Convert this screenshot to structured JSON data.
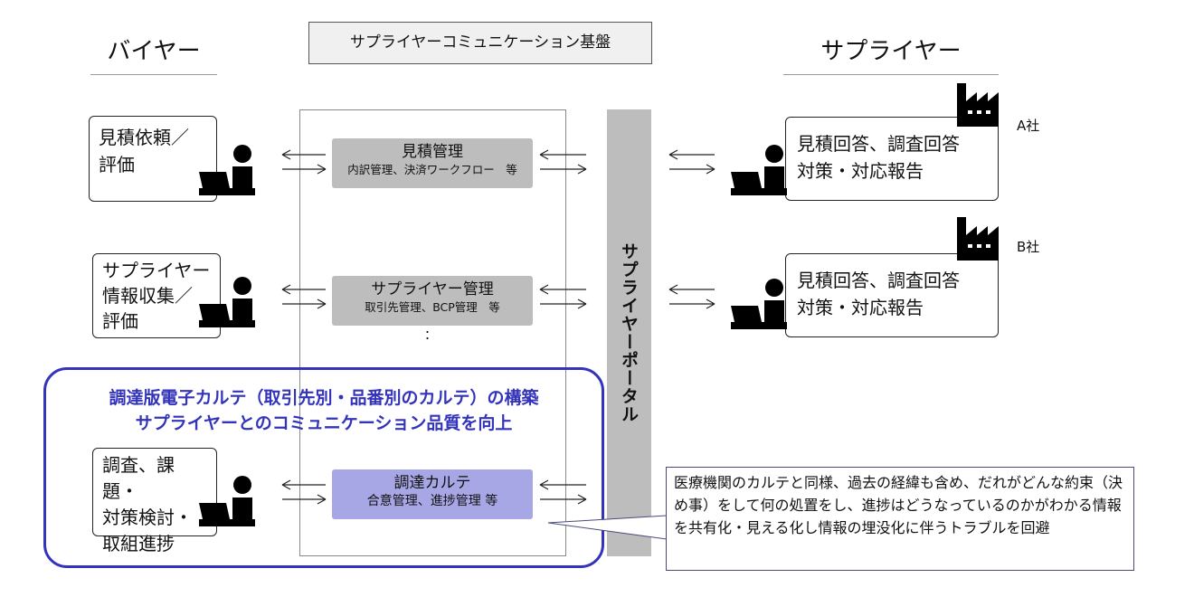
{
  "headings": {
    "buyer": "バイヤー",
    "platform": "サプライヤーコミュニケーション基盤",
    "supplier": "サプライヤー"
  },
  "buyer_tasks": [
    {
      "lines": [
        "見積依頼／",
        "評価"
      ]
    },
    {
      "lines": [
        "サプライヤー",
        "情報収集／",
        "評価"
      ]
    },
    {
      "lines": [
        "調査、課題・",
        "対策検討・",
        "取組進捗"
      ]
    }
  ],
  "modules": [
    {
      "title": "見積管理",
      "sub": "内訳管理、決済ワークフロー　等"
    },
    {
      "title": "サプライヤー管理",
      "sub": "取引先管理、BCP管理　等"
    },
    {
      "title": "調達カルテ",
      "sub": "合意管理、進捗管理 等"
    }
  ],
  "ellipsis": "：",
  "portal_label": "サプライヤーポータル",
  "highlight": {
    "line1": "調達版電子カルテ（取引先別・品番別のカルテ）の構築",
    "line2": "サプライヤーとのコミュニケーション品質を向上"
  },
  "suppliers": [
    {
      "company": "A社",
      "lines": [
        "見積回答、調査回答",
        "対策・対応報告"
      ]
    },
    {
      "company": "B社",
      "lines": [
        "見積回答、調査回答",
        "対策・対応報告"
      ]
    }
  ],
  "note_text": "医療機関のカルテと同様、過去の経緯も含め、だれがどんな約束（決め事）をして何の処置をし、進捗はどうなっているのかがわかる情報を共有化・見える化し情報の埋没化に伴うトラブルを回避",
  "colors": {
    "module_gray": "#bdbdbd",
    "module_purple": "#a7a7e6",
    "highlight_border": "#3333bb",
    "highlight_text": "#3333bb"
  }
}
